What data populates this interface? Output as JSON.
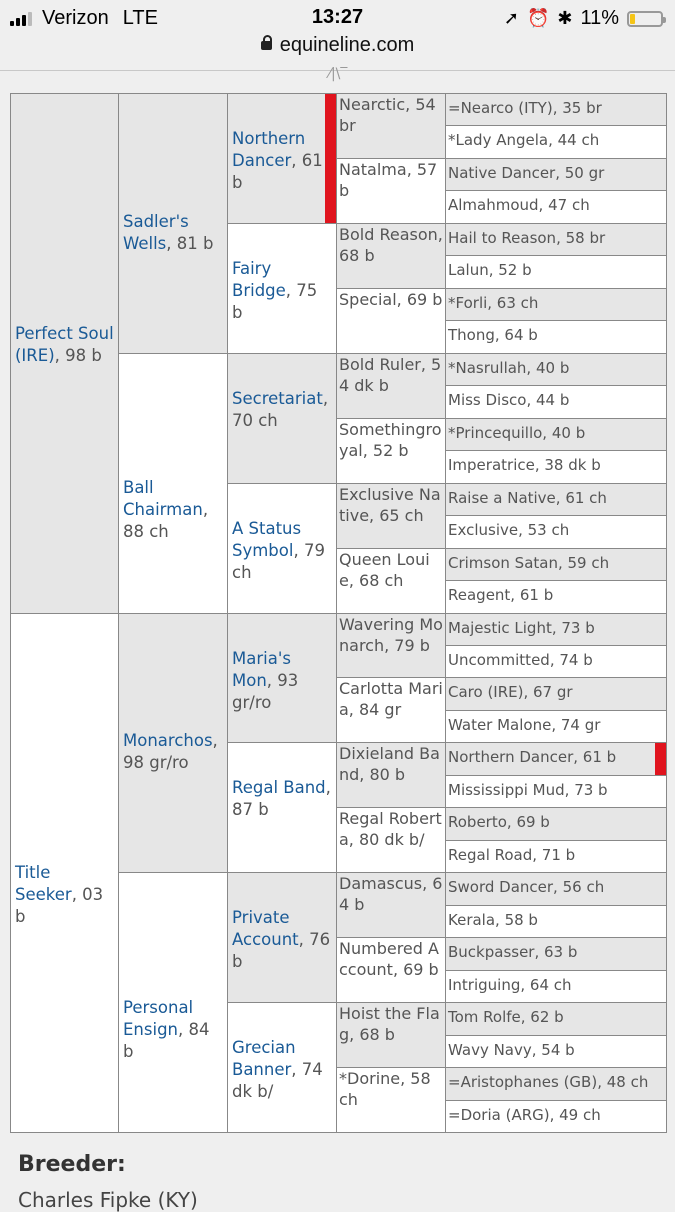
{
  "status_bar": {
    "carrier": "Verizon",
    "network": "LTE",
    "time": "13:27",
    "battery": "11%"
  },
  "browser": {
    "url": "equineline.com"
  },
  "pedigree": {
    "gen1": [
      {
        "name": "Perfect Soul (IRE)",
        "info": ", 98 b"
      },
      {
        "name": "Title Seeker",
        "info": ", 03 b"
      }
    ],
    "gen2": [
      {
        "name": "Sadler's Wells",
        "info": ", 81 b"
      },
      {
        "name": "Ball Chairman",
        "info": ", 88 ch"
      },
      {
        "name": "Monarchos",
        "info": ", 98 gr/ro"
      },
      {
        "name": "Personal Ensign",
        "info": ", 84 b"
      }
    ],
    "gen3": [
      {
        "name": "Northern Dancer",
        "info": ", 61 b",
        "highlight": true
      },
      {
        "name": "Fairy Bridge",
        "info": ", 75 b"
      },
      {
        "name": "Secretariat",
        "info": ", 70 ch"
      },
      {
        "name": "A Status Symbol",
        "info": ", 79 ch"
      },
      {
        "name": "Maria's Mon",
        "info": ", 93 gr/ro"
      },
      {
        "name": "Regal Band",
        "info": ", 87 b"
      },
      {
        "name": "Private Account",
        "info": ", 76 b"
      },
      {
        "name": "Grecian Banner",
        "info": ", 74 dk b/"
      }
    ],
    "gen4": [
      "Nearctic, 54 br",
      "Natalma, 57 b",
      "Bold Reason, 68 b",
      "Special, 69 b",
      "Bold Ruler, 54 dk b",
      "Somethingroyal, 52 b",
      "Exclusive Native, 65 ch",
      "Queen Louie, 68 ch",
      "Wavering Monarch, 79 b",
      "Carlotta Maria, 84 gr",
      "Dixieland Band, 80 b",
      "Regal Roberta, 80 dk b/",
      "Damascus, 64 b",
      "Numbered Account, 69 b",
      "Hoist the Flag, 68 b",
      "*Dorine, 58 ch"
    ],
    "gen5": [
      "=Nearco (ITY), 35 br",
      "*Lady Angela, 44 ch",
      "Native Dancer, 50 gr",
      "Almahmoud, 47 ch",
      "Hail to Reason, 58 br",
      "Lalun, 52 b",
      "*Forli, 63 ch",
      "Thong, 64 b",
      "*Nasrullah, 40 b",
      "Miss Disco, 44 b",
      "*Princequillo, 40 b",
      "Imperatrice, 38 dk b",
      "Raise a Native, 61 ch",
      "Exclusive, 53 ch",
      "Crimson Satan, 59 ch",
      "Reagent, 61 b",
      "Majestic Light, 73 b",
      "Uncommitted, 74 b",
      "Caro (IRE), 67 gr",
      "Water Malone, 74 gr",
      "Northern Dancer, 61 b",
      "Mississippi Mud, 73 b",
      "Roberto, 69 b",
      "Regal Road, 71 b",
      "Sword Dancer, 56 ch",
      "Kerala, 58 b",
      "Buckpasser, 63 b",
      "Intriguing, 64 ch",
      "Tom Rolfe, 62 b",
      "Wavy Navy, 54 b",
      "=Aristophanes (GB), 48 ch",
      "=Doria (ARG), 49 ch"
    ]
  },
  "footer": {
    "label": "Breeder:",
    "value": "Charles Fipke (KY)"
  }
}
